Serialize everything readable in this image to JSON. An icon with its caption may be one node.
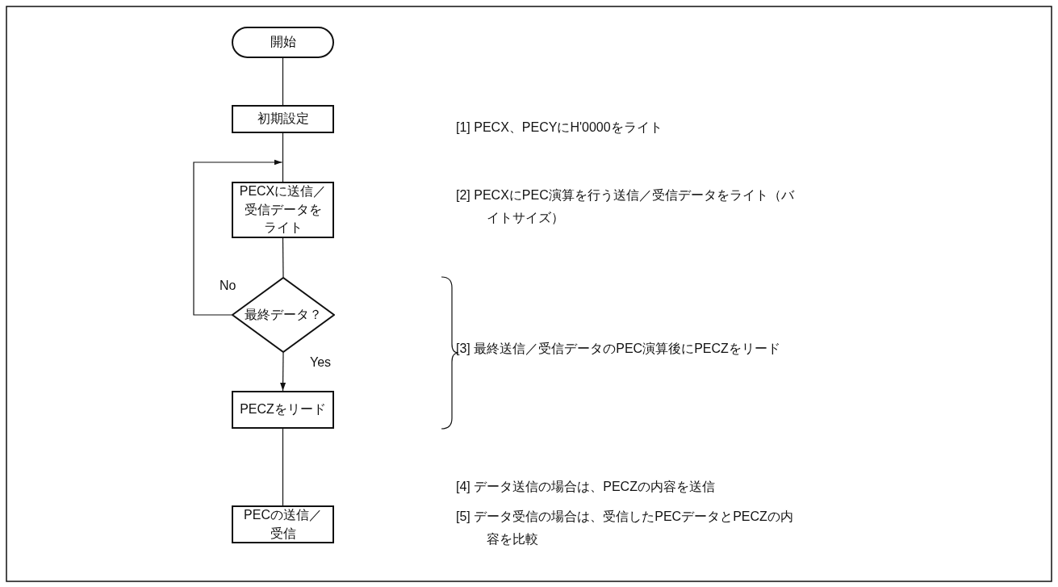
{
  "diagram": {
    "nodes": [
      {
        "text": [
          "開始"
        ]
      },
      {
        "text": [
          "初期設定"
        ]
      },
      {
        "text": [
          "PECXに送信／受信データをライト"
        ]
      },
      {
        "text": [
          "最終データ？"
        ]
      },
      {
        "text": [
          "PECZをリード"
        ]
      },
      {
        "text": [
          "PECの送信／受信"
        ]
      }
    ],
    "edges": [
      {
        "from": 0,
        "to": 1,
        "arrow": "none"
      },
      {
        "from": 1,
        "to": 2,
        "arrow": "none"
      },
      {
        "from": 2,
        "to": 3,
        "arrow": "none"
      },
      {
        "from": 3,
        "to": 2,
        "arrow": "to",
        "label": "No"
      },
      {
        "from": 3,
        "to": 4,
        "arrow": "to",
        "label": "Yes"
      },
      {
        "from": 4,
        "to": 5,
        "arrow": "none"
      }
    ],
    "labels": [
      "[1] PECX、PECYにH'0000をライト",
      "[2] PECXにPEC演算を行う送信／受信データをライト（バイトサイズ）",
      "[3] 最終送信／受信データのPEC演算後にPECZをリード",
      "[4] データ送信の場合は、PECZの内容を送信",
      "[5] データ受信の場合は、受信したPECデータとPECZの内容を比較"
    ]
  }
}
